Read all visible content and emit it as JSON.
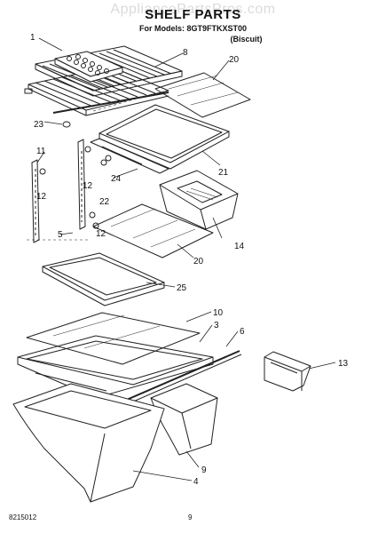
{
  "watermark": "AppliancePartsPros.com",
  "header": {
    "title": "SHELF PARTS",
    "subtitle": "For Models: 8GT9FTKXST00",
    "variant": "(Biscuit)"
  },
  "footer": {
    "doc_number": "8215012",
    "page_number": "9"
  },
  "callouts": [
    "1",
    "8",
    "20",
    "23",
    "21",
    "11",
    "12",
    "24",
    "22",
    "12",
    "12",
    "5",
    "14",
    "20",
    "25",
    "10",
    "3",
    "6",
    "13",
    "9",
    "4"
  ]
}
